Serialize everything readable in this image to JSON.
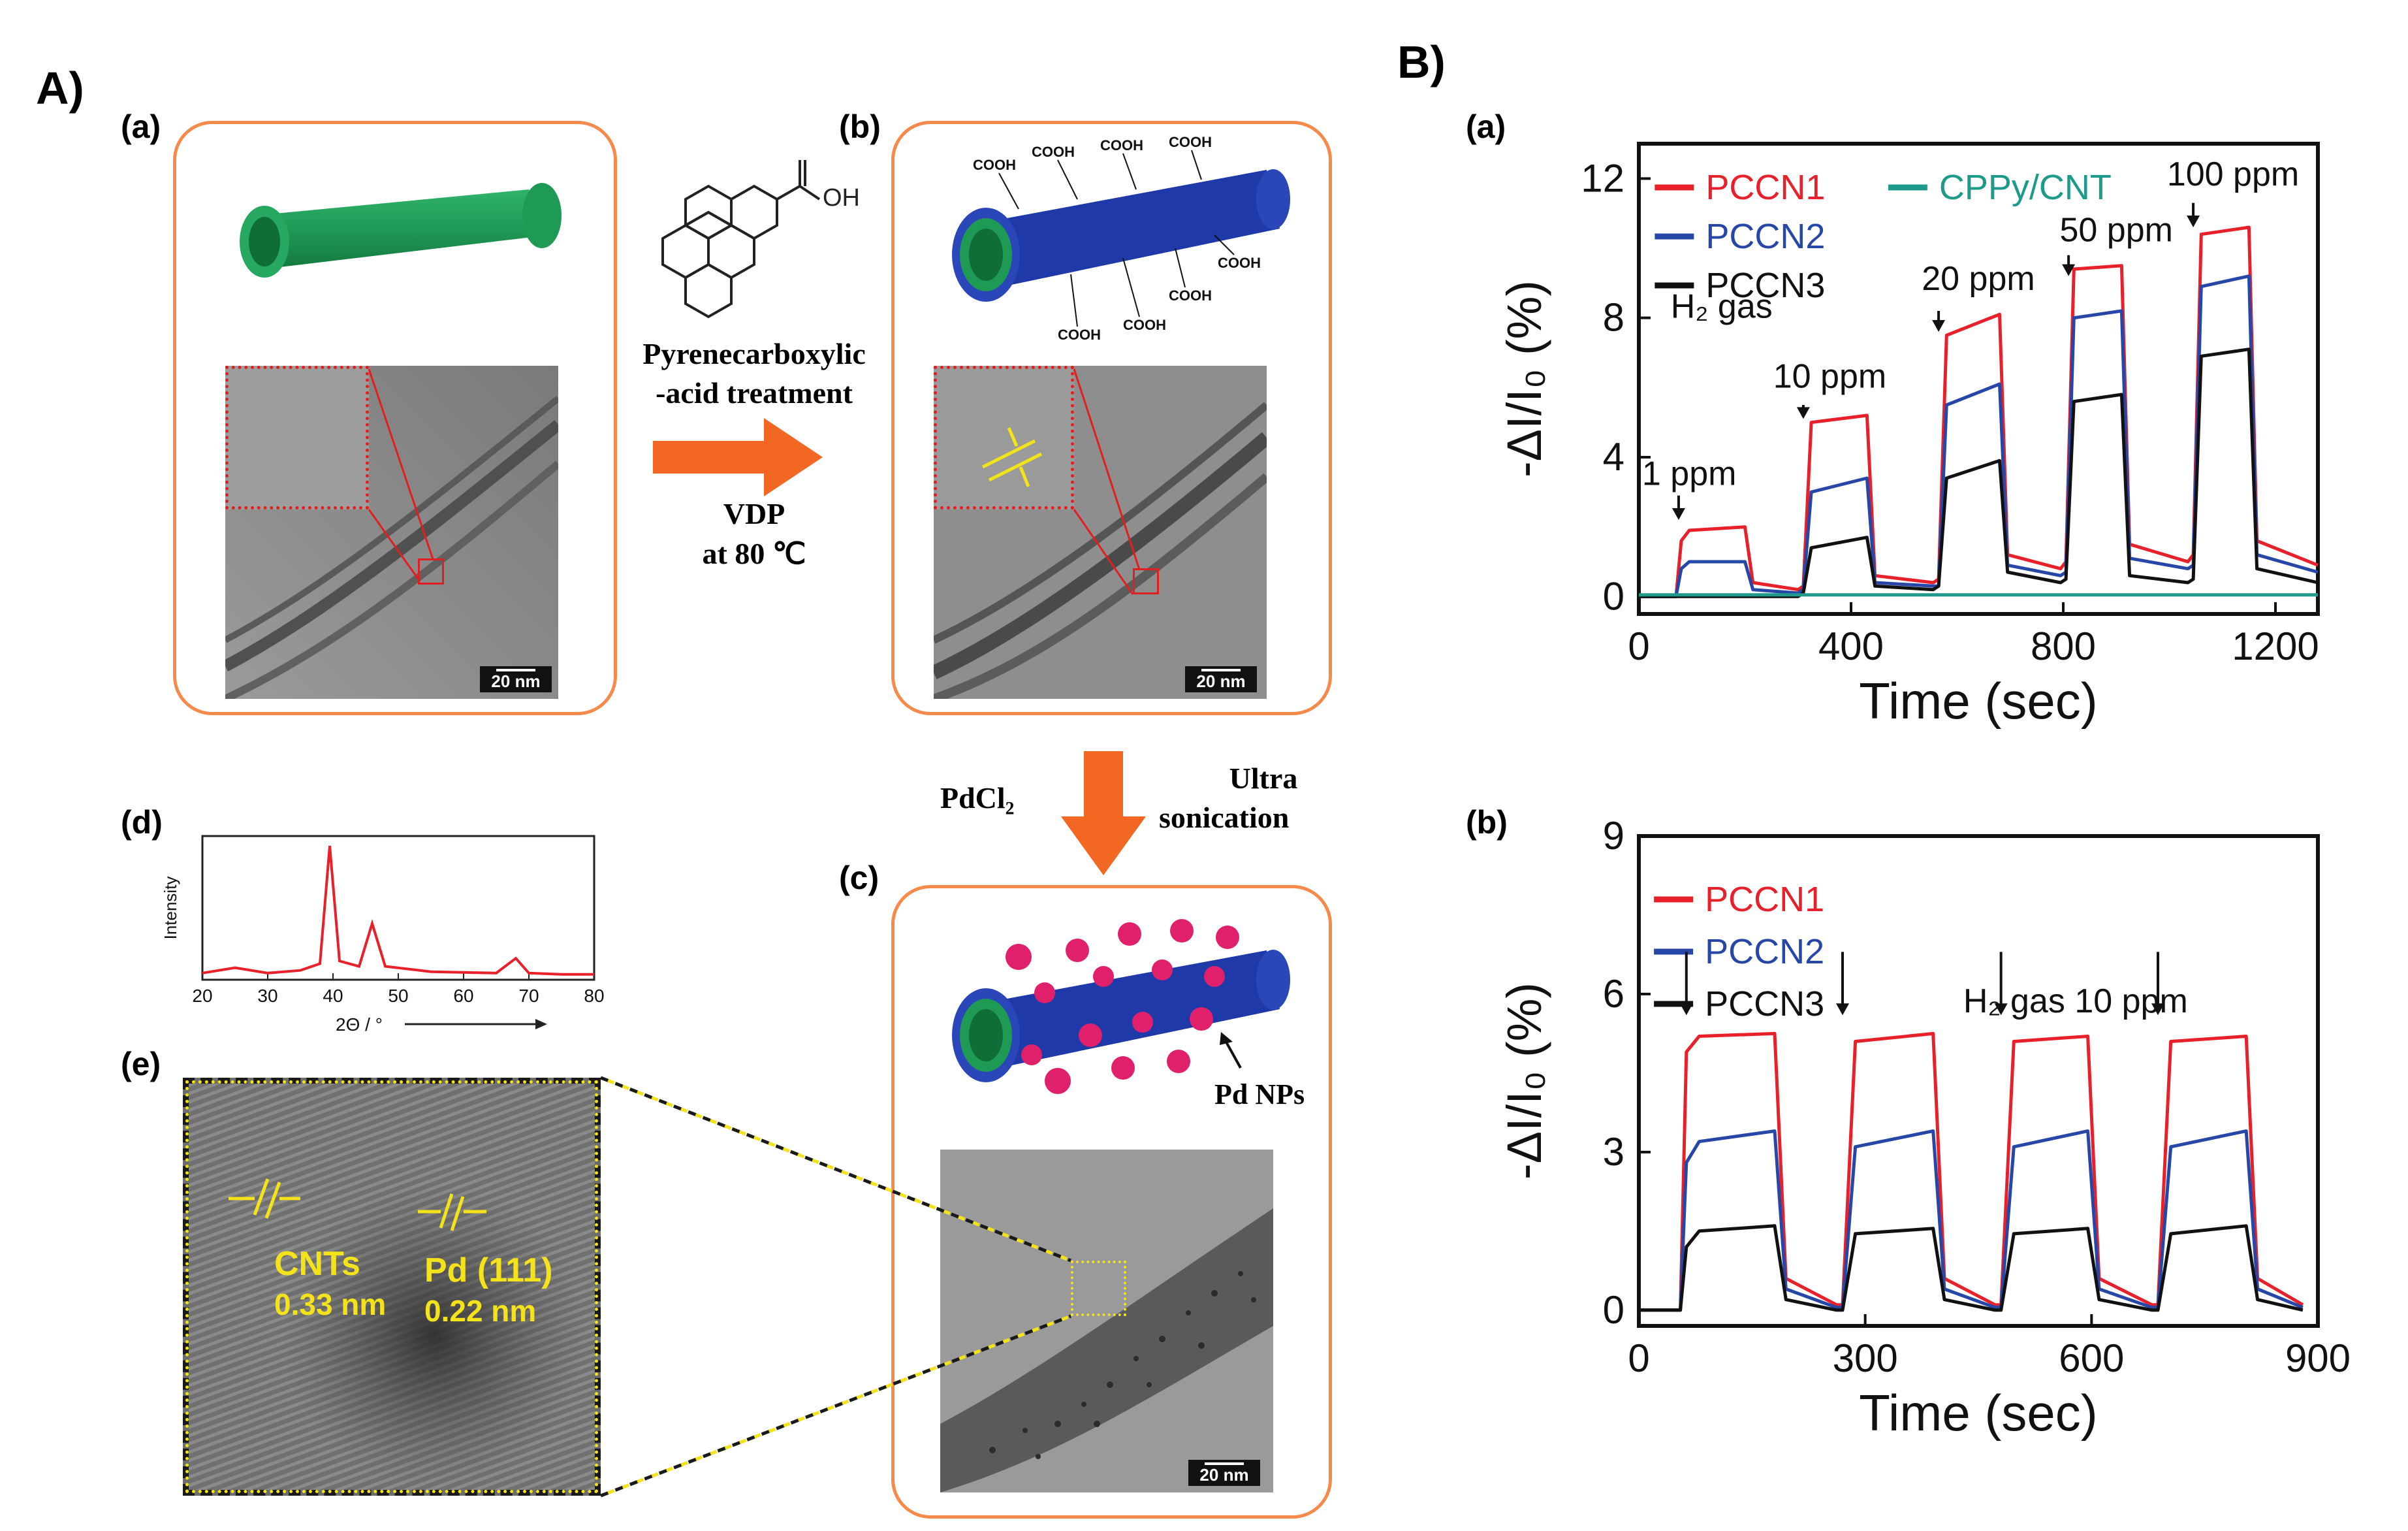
{
  "figure": {
    "section_a_label": "A)",
    "section_b_label": "B)",
    "panel_labels": {
      "a": "(a)",
      "b": "(b)",
      "c": "(c)",
      "d": "(d)",
      "e": "(e)"
    },
    "scalebar": "20 nm",
    "pyrene_label_1": "Pyrenecarboxylic",
    "pyrene_label_2": "-acid treatment",
    "oh_label": "OH",
    "vdp_label": "VDP",
    "vdp_temp": "at 80 ℃",
    "cooh": "COOH",
    "pdcl2": "PdCl₂",
    "ultra_1": "Ultra",
    "ultra_2": "sonication",
    "pd_nps": "Pd NPs",
    "cnts_label": "CNTs",
    "cnts_value": "0.33 nm",
    "pd111_label": "Pd (111)",
    "pd111_value": "0.22 nm"
  },
  "chart_data": [
    {
      "id": "xrd",
      "type": "line",
      "ylabel": "Intensity",
      "xlabel": "2Θ / °",
      "xlim": [
        20,
        80
      ],
      "xticks": [
        20,
        30,
        40,
        50,
        60,
        70,
        80
      ],
      "series": [
        {
          "color": "#e8202a",
          "x": [
            20,
            25,
            30,
            35,
            38,
            39.5,
            41,
            44,
            46,
            48,
            55,
            65,
            68,
            70,
            75,
            80
          ],
          "y": [
            0.05,
            0.09,
            0.05,
            0.07,
            0.12,
            1.0,
            0.14,
            0.1,
            0.42,
            0.1,
            0.06,
            0.05,
            0.16,
            0.05,
            0.04,
            0.04
          ]
        }
      ]
    },
    {
      "id": "ba",
      "type": "line",
      "xlabel": "Time (sec)",
      "ylabel": "-ΔI/I₀ (%)",
      "xlim": [
        0,
        1280
      ],
      "ylim": [
        -0.5,
        13
      ],
      "xticks": [
        0,
        400,
        800,
        1200
      ],
      "yticks": [
        0,
        4,
        8,
        12
      ],
      "legend": [
        "PCCN1",
        "PCCN2",
        "PCCN3",
        "CPPy/CNT"
      ],
      "annotations": [
        "H₂ gas",
        "1 ppm",
        "10 ppm",
        "20 ppm",
        "50 ppm",
        "100 ppm"
      ],
      "series": [
        {
          "name": "PCCN1",
          "color": "#e8202a",
          "x": [
            0,
            70,
            80,
            95,
            200,
            215,
            300,
            310,
            325,
            430,
            445,
            555,
            565,
            580,
            680,
            695,
            795,
            805,
            820,
            910,
            925,
            1035,
            1045,
            1060,
            1150,
            1165,
            1280
          ],
          "y": [
            0,
            0,
            1.6,
            1.9,
            2.0,
            0.4,
            0.2,
            0.3,
            5.0,
            5.2,
            0.6,
            0.4,
            0.5,
            7.5,
            8.1,
            1.2,
            0.8,
            1.0,
            9.4,
            9.5,
            1.5,
            1.0,
            1.2,
            10.4,
            10.6,
            1.6,
            0.9
          ]
        },
        {
          "name": "PCCN2",
          "color": "#2747a8",
          "x": [
            0,
            70,
            80,
            95,
            200,
            215,
            300,
            310,
            325,
            430,
            445,
            555,
            565,
            580,
            680,
            695,
            795,
            805,
            820,
            910,
            925,
            1035,
            1045,
            1060,
            1150,
            1165,
            1280
          ],
          "y": [
            0,
            0,
            0.8,
            1.0,
            1.0,
            0.2,
            0.1,
            0.2,
            3.0,
            3.4,
            0.4,
            0.3,
            0.3,
            5.5,
            6.1,
            0.9,
            0.6,
            0.7,
            8.0,
            8.2,
            1.1,
            0.8,
            0.9,
            8.9,
            9.2,
            1.2,
            0.7
          ]
        },
        {
          "name": "PCCN3",
          "color": "#111111",
          "x": [
            0,
            300,
            310,
            325,
            430,
            445,
            555,
            565,
            580,
            680,
            695,
            795,
            805,
            820,
            910,
            925,
            1035,
            1045,
            1060,
            1150,
            1165,
            1280
          ],
          "y": [
            0,
            0,
            0.1,
            1.4,
            1.7,
            0.3,
            0.2,
            0.3,
            3.4,
            3.9,
            0.7,
            0.4,
            0.5,
            5.6,
            5.8,
            0.6,
            0.4,
            0.5,
            6.9,
            7.1,
            0.8,
            0.4
          ]
        },
        {
          "name": "CPPy/CNT",
          "color": "#1e9a8a",
          "x": [
            0,
            1280
          ],
          "y": [
            0.05,
            0.05
          ]
        }
      ]
    },
    {
      "id": "bb",
      "type": "line",
      "xlabel": "Time (sec)",
      "ylabel": "-ΔI/I₀ (%)",
      "xlim": [
        0,
        900
      ],
      "ylim": [
        -0.3,
        9
      ],
      "xticks": [
        0,
        300,
        600,
        900
      ],
      "yticks": [
        0,
        3,
        6,
        9
      ],
      "legend": [
        "PCCN1",
        "PCCN2",
        "PCCN3"
      ],
      "annotations": [
        "H₂ gas 10 ppm"
      ],
      "series": [
        {
          "name": "PCCN1",
          "color": "#e8202a",
          "x": [
            0,
            55,
            63,
            80,
            180,
            195,
            262,
            270,
            287,
            390,
            405,
            472,
            480,
            497,
            595,
            610,
            680,
            688,
            705,
            805,
            820,
            880
          ],
          "y": [
            0,
            0,
            4.9,
            5.2,
            5.25,
            0.6,
            0.1,
            0.1,
            5.1,
            5.25,
            0.6,
            0.1,
            0.1,
            5.1,
            5.2,
            0.6,
            0.1,
            0.1,
            5.1,
            5.2,
            0.6,
            0.1
          ]
        },
        {
          "name": "PCCN2",
          "color": "#2747a8",
          "x": [
            0,
            55,
            63,
            80,
            180,
            195,
            262,
            270,
            287,
            390,
            405,
            472,
            480,
            497,
            595,
            610,
            680,
            688,
            705,
            805,
            820,
            880
          ],
          "y": [
            0,
            0,
            2.8,
            3.2,
            3.4,
            0.4,
            0.05,
            0.05,
            3.1,
            3.4,
            0.4,
            0.05,
            0.05,
            3.1,
            3.4,
            0.4,
            0.05,
            0.05,
            3.1,
            3.4,
            0.4,
            0.05
          ]
        },
        {
          "name": "PCCN3",
          "color": "#111111",
          "x": [
            0,
            55,
            63,
            80,
            180,
            195,
            262,
            270,
            287,
            390,
            405,
            472,
            480,
            497,
            595,
            610,
            680,
            688,
            705,
            805,
            820,
            880
          ],
          "y": [
            0,
            0,
            1.2,
            1.5,
            1.6,
            0.2,
            0.0,
            0.0,
            1.45,
            1.55,
            0.2,
            0.0,
            0.0,
            1.45,
            1.55,
            0.2,
            0.0,
            0.0,
            1.45,
            1.6,
            0.2,
            0.0
          ]
        }
      ]
    }
  ]
}
